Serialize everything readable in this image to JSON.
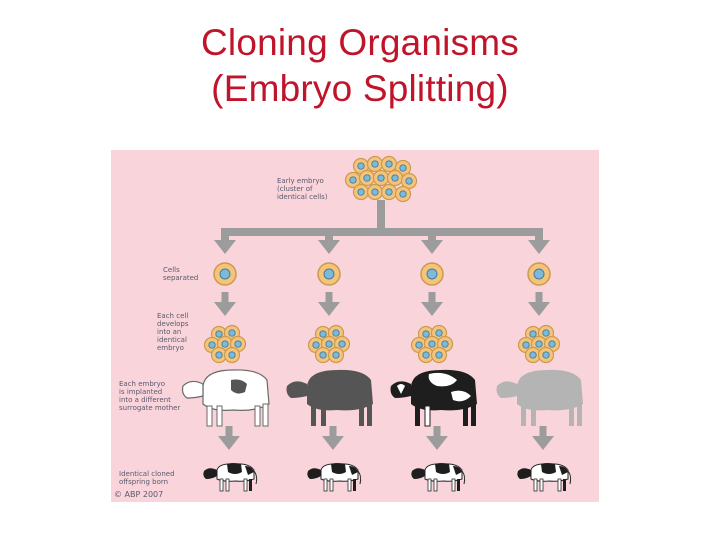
{
  "slide": {
    "title_line1": "Cloning Organisms",
    "title_line2": "(Embryo Splitting)"
  },
  "diagram": {
    "labels": {
      "early_embryo": "Early embryo\n(cluster of\nidentical cells)",
      "cells_separated": "Cells\nseparated",
      "each_cell_develops": "Each cell\ndevelops\ninto an\nidentical\nembryo",
      "each_embryo_implanted": "Each embryo\nis implanted\ninto a different\nsurrogate mother",
      "identical_cloned": "Identical cloned\noffspring born"
    },
    "copyright": "© ABP 2007",
    "surrogate_mothers": [
      {
        "name": "white-cow-with-dark-patch",
        "body_color": "#ffffff",
        "patch_color": "#555555"
      },
      {
        "name": "dark-grey-cow",
        "body_color": "#555555",
        "patch_color": ""
      },
      {
        "name": "black-cow-with-white-patches",
        "body_color": "#1e1e1e",
        "patch_color": "#ffffff"
      },
      {
        "name": "light-grey-cow",
        "body_color": "#b4b4b4",
        "patch_color": ""
      }
    ],
    "colors": {
      "background": "#f9d4da",
      "arrow": "#9c9c9c",
      "cell_fill": "#f6c37a",
      "cell_nucleus": "#7fb9d8",
      "title": "#c0142a",
      "label": "#5a5a6e"
    }
  }
}
